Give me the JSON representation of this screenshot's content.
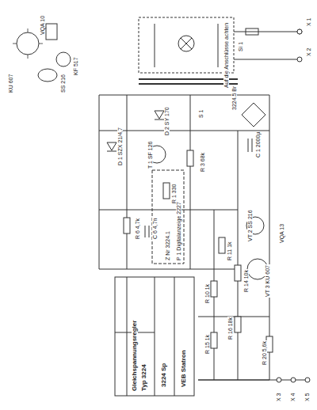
{
  "diagram": {
    "labels": [
      "Auf die Anschlüsse achten",
      "3224.5 Br",
      "Si 1",
      "X 1",
      "X 2",
      "S 1",
      "D 2 SY 170",
      "T 1 SF 126",
      "D 1 SZX 21/4,7",
      "R 1 330",
      "R 3 68k",
      "P 1 Digitalanzeige 2227",
      "Z Nr 3224.1",
      "C 6 4,7n",
      "R 6 4,7k",
      "R 10 1k",
      "R 11 1k",
      "R 16 18k",
      "R 15 1k",
      "R 14 10k",
      "R 20 5,6k",
      "VT 2 SS 216",
      "VT 3 KU 607",
      "VQA 13",
      "C 1 2000µ",
      "X 3",
      "X 4",
      "X 5",
      "Gleichspannungsregler",
      "Typ 3224",
      "3224 Sp",
      "VEB Statron",
      "KU 607",
      "SS 216",
      "KF 517",
      "VQA 10"
    ]
  }
}
